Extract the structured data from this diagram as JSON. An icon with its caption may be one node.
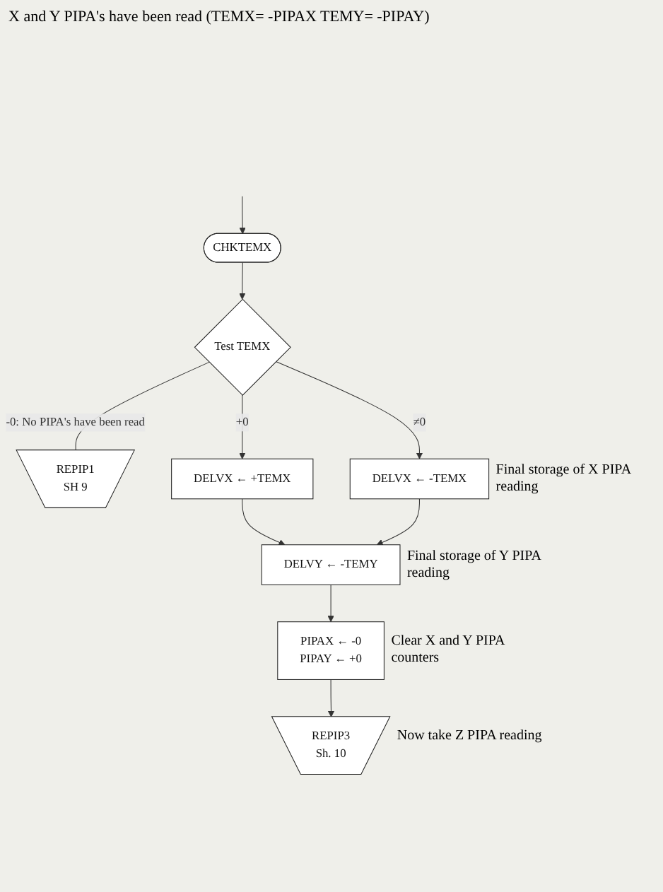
{
  "diagram": {
    "nodes": [
      {
        "text": [
          "CHKTEMX"
        ]
      },
      {
        "text": [
          "Test TEMX"
        ]
      },
      {
        "text": [
          "REPIP1",
          "SH 9"
        ]
      },
      {
        "text": [
          "DELVX ← +TEMX"
        ]
      },
      {
        "text": [
          "DELVX ← -TEMX"
        ],
        "beside": [
          "Final storage of X PIPA reading"
        ]
      },
      {
        "text": [
          "DELVY ← -TEMY"
        ],
        "beside": [
          "Final storage of Y PIPA reading"
        ]
      },
      {
        "text": [
          "PIPAX ← -0",
          "PIPAY ← +0"
        ],
        "beside": [
          "Clear X and Y PIPA counters"
        ]
      },
      {
        "text": [
          "REPIP3",
          "Sh. 10"
        ],
        "beside": [
          "Now take Z PIPA reading"
        ]
      }
    ],
    "edges": [
      {
        "from": null,
        "to": 0,
        "arrow": "to"
      },
      {
        "from": 0,
        "to": 1,
        "arrow": "to"
      },
      {
        "from": 1,
        "to": 2,
        "arrow": "none",
        "label": "-0: No PIPA's have been read"
      },
      {
        "from": 1,
        "to": 3,
        "arrow": "to",
        "label": "+0"
      },
      {
        "from": 1,
        "to": 4,
        "arrow": "to",
        "label": "≠0"
      },
      {
        "from": 3,
        "to": 5,
        "arrow": "to"
      },
      {
        "from": 4,
        "to": 5,
        "arrow": "to"
      },
      {
        "from": 5,
        "to": 6,
        "arrow": "to"
      },
      {
        "from": 6,
        "to": 7,
        "arrow": "to"
      }
    ],
    "labels": [
      "X and Y PIPA's have been read (TEMX= -PIPAX TEMY= -PIPAY)"
    ]
  }
}
